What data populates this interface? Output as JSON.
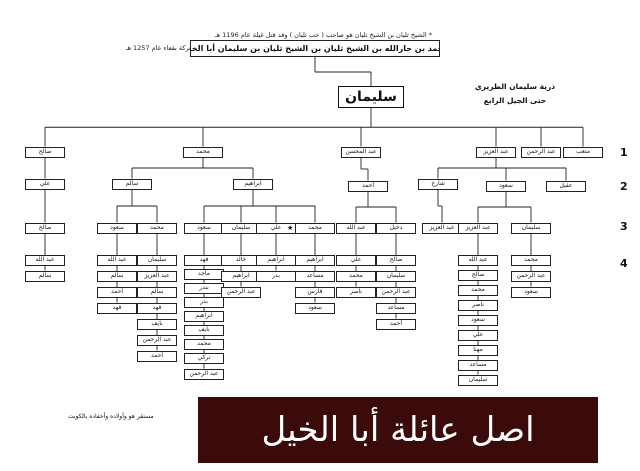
{
  "header": {
    "notes": [
      "* الشيخ ثليان بن الشيخ ثليان هو صاحب ( خب ثليان ) وقد قتل غيلة عام 1196 هـ",
      "* محمد بن جارالله قتل في معركة بقعاء عام 1257 هـ"
    ],
    "top_ancestor": "محمد بن جارالله بن الشيخ ثليان بن الشيخ ثليان بن سليمان أبا الخيل",
    "descendants_title": "ذرية سليمان الظريري",
    "generation_title": "حتى الجيل الرابع"
  },
  "root_name": "سليمان",
  "generation_markers": [
    "1",
    "2",
    "3",
    "4"
  ],
  "nodes": [
    {
      "id": "n1",
      "label": "صالح"
    },
    {
      "id": "n2",
      "label": "محمد"
    },
    {
      "id": "n3",
      "label": "عبد المحسن"
    },
    {
      "id": "n4",
      "label": "عبد العزيز"
    },
    {
      "id": "n5",
      "label": "عبد الرحمن"
    },
    {
      "id": "n6",
      "label": "متعب"
    },
    {
      "id": "n7",
      "label": "علي"
    },
    {
      "id": "n8",
      "label": "صالح"
    },
    {
      "id": "n9",
      "label": "سالم"
    },
    {
      "id": "n10",
      "label": "عبد الله"
    },
    {
      "id": "n11",
      "label": "سالم"
    },
    {
      "id": "n12",
      "label": "ابراهيم"
    },
    {
      "id": "n13",
      "label": "أحمد"
    },
    {
      "id": "n14",
      "label": "شارخ"
    },
    {
      "id": "n15",
      "label": "سعود"
    },
    {
      "id": "n16",
      "label": "عقيل"
    },
    {
      "id": "n17",
      "label": "سعود"
    },
    {
      "id": "n18",
      "label": "محمد"
    },
    {
      "id": "n19",
      "label": "سعود"
    },
    {
      "id": "n20",
      "label": "سليمان"
    },
    {
      "id": "n21",
      "label": "علي"
    },
    {
      "id": "n22",
      "label": "محمد"
    },
    {
      "id": "n23",
      "label": "عبد الله"
    },
    {
      "id": "n24",
      "label": "دخيل"
    },
    {
      "id": "n25",
      "label": "عبد العزيز"
    },
    {
      "id": "n26",
      "label": "عبد العزيز"
    },
    {
      "id": "n27",
      "label": "سليمان"
    },
    {
      "id": "n28",
      "label": "عبد الله"
    },
    {
      "id": "n29",
      "label": "سالم"
    },
    {
      "id": "n30",
      "label": "أحمد"
    },
    {
      "id": "n31",
      "label": "فهد"
    },
    {
      "id": "n32",
      "label": "سليمان"
    },
    {
      "id": "n33",
      "label": "عبد العزيز"
    },
    {
      "id": "n34",
      "label": "سالم"
    },
    {
      "id": "n35",
      "label": "فهد"
    },
    {
      "id": "n36",
      "label": "نايف"
    },
    {
      "id": "n37",
      "label": "عبد الرحمن"
    },
    {
      "id": "n38",
      "label": "أحمد"
    },
    {
      "id": "n39",
      "label": "فهد"
    },
    {
      "id": "n40",
      "label": "ماجد"
    },
    {
      "id": "n41",
      "label": "بندر"
    },
    {
      "id": "n42",
      "label": "بدر"
    },
    {
      "id": "n43",
      "label": "ابراهيم"
    },
    {
      "id": "n44",
      "label": "نايف"
    },
    {
      "id": "n45",
      "label": "محمد"
    },
    {
      "id": "n46",
      "label": "تركي"
    },
    {
      "id": "n47",
      "label": "عبد الرحمن"
    },
    {
      "id": "n48",
      "label": "خالد"
    },
    {
      "id": "n49",
      "label": "ابراهيم"
    },
    {
      "id": "n50",
      "label": "عبد الرحمن"
    },
    {
      "id": "n51",
      "label": "ابراهيم"
    },
    {
      "id": "n52",
      "label": "بدر"
    },
    {
      "id": "n53",
      "label": "ابراهيم"
    },
    {
      "id": "n54",
      "label": "مساعد"
    },
    {
      "id": "n55",
      "label": "فارس"
    },
    {
      "id": "n56",
      "label": "سعود"
    },
    {
      "id": "n57",
      "label": "علي"
    },
    {
      "id": "n58",
      "label": "محمد"
    },
    {
      "id": "n59",
      "label": "ناصر"
    },
    {
      "id": "n60",
      "label": "صالح"
    },
    {
      "id": "n61",
      "label": "سليمان"
    },
    {
      "id": "n62",
      "label": "عبد الرحمن"
    },
    {
      "id": "n63",
      "label": "مساعد"
    },
    {
      "id": "n64",
      "label": "أحمد"
    },
    {
      "id": "n65",
      "label": "عبد الله"
    },
    {
      "id": "n66",
      "label": "صالح"
    },
    {
      "id": "n67",
      "label": "محمد"
    },
    {
      "id": "n68",
      "label": "ناصر"
    },
    {
      "id": "n69",
      "label": "سعود"
    },
    {
      "id": "n70",
      "label": "علي"
    },
    {
      "id": "n71",
      "label": "مهنا"
    },
    {
      "id": "n72",
      "label": "مساعد"
    },
    {
      "id": "n73",
      "label": "سليمان"
    },
    {
      "id": "n74",
      "label": "محمد"
    },
    {
      "id": "n75",
      "label": "عبد الرحمن"
    },
    {
      "id": "n76",
      "label": "سعود"
    }
  ],
  "edges": [
    [
      "root",
      "n1"
    ],
    [
      "root",
      "n2"
    ],
    [
      "root",
      "n3"
    ],
    [
      "root",
      "n4"
    ],
    [
      "root",
      "n5"
    ],
    [
      "root",
      "n6"
    ],
    [
      "n1",
      "n7"
    ],
    [
      "n7",
      "n8"
    ],
    [
      "n8",
      "n10"
    ],
    [
      "n8",
      "n11"
    ],
    [
      "n2",
      "n9"
    ],
    [
      "n2",
      "n12"
    ],
    [
      "n9",
      "n17"
    ],
    [
      "n9",
      "n18"
    ],
    [
      "n12",
      "n19"
    ],
    [
      "n12",
      "n20"
    ],
    [
      "n12",
      "n21"
    ],
    [
      "n12",
      "n22"
    ],
    [
      "n3",
      "n13"
    ],
    [
      "n13",
      "n23"
    ],
    [
      "n13",
      "n24"
    ],
    [
      "n4",
      "n14"
    ],
    [
      "n4",
      "n15"
    ],
    [
      "n4",
      "n16"
    ],
    [
      "n14",
      "n25"
    ],
    [
      "n15",
      "n26"
    ],
    [
      "n15",
      "n27"
    ],
    [
      "n17",
      "n28"
    ],
    [
      "n17",
      "n29"
    ],
    [
      "n17",
      "n30"
    ],
    [
      "n17",
      "n31"
    ],
    [
      "n18",
      "n32"
    ],
    [
      "n18",
      "n33"
    ],
    [
      "n18",
      "n34"
    ],
    [
      "n18",
      "n35"
    ],
    [
      "n18",
      "n36"
    ],
    [
      "n18",
      "n37"
    ],
    [
      "n18",
      "n38"
    ],
    [
      "n19",
      "n39"
    ],
    [
      "n19",
      "n40"
    ],
    [
      "n19",
      "n41"
    ],
    [
      "n19",
      "n42"
    ],
    [
      "n19",
      "n43"
    ],
    [
      "n19",
      "n44"
    ],
    [
      "n19",
      "n45"
    ],
    [
      "n19",
      "n46"
    ],
    [
      "n19",
      "n47"
    ],
    [
      "n20",
      "n48"
    ],
    [
      "n20",
      "n49"
    ],
    [
      "n20",
      "n50"
    ],
    [
      "n21",
      "n51"
    ],
    [
      "n21",
      "n52"
    ],
    [
      "n22",
      "n53"
    ],
    [
      "n22",
      "n54"
    ],
    [
      "n22",
      "n55"
    ],
    [
      "n22",
      "n56"
    ],
    [
      "n23",
      "n57"
    ],
    [
      "n23",
      "n58"
    ],
    [
      "n23",
      "n59"
    ],
    [
      "n24",
      "n60"
    ],
    [
      "n24",
      "n61"
    ],
    [
      "n24",
      "n62"
    ],
    [
      "n24",
      "n63"
    ],
    [
      "n24",
      "n64"
    ],
    [
      "n26",
      "n65"
    ],
    [
      "n26",
      "n66"
    ],
    [
      "n26",
      "n67"
    ],
    [
      "n26",
      "n68"
    ],
    [
      "n26",
      "n69"
    ],
    [
      "n26",
      "n70"
    ],
    [
      "n26",
      "n71"
    ],
    [
      "n26",
      "n72"
    ],
    [
      "n26",
      "n73"
    ],
    [
      "n27",
      "n74"
    ],
    [
      "n27",
      "n75"
    ],
    [
      "n27",
      "n76"
    ]
  ],
  "star_marker": "★",
  "kuwait_note": "مستقر هو وأولاده وأحفاده بالكويت",
  "banner": "اصل عائلة أبا الخيل"
}
